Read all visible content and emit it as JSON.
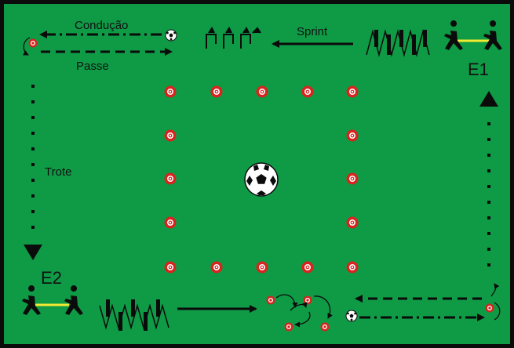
{
  "colors": {
    "field": "#0f9a46",
    "border": "#0b0b0b",
    "cone_fill": "#d8241f",
    "cone_ring": "#ffffff",
    "line": "#0b0b0b",
    "player_bar": "#f3e832"
  },
  "labels": {
    "dribble": "Condução",
    "pass": "Passe",
    "sprint": "Sprint",
    "jog": "Trote",
    "station_1": "E1",
    "station_2": "E2"
  },
  "icons": {
    "ball": "soccer-ball-icon",
    "cone": "cone-marker-icon",
    "hurdle": "mini-hurdle-icon",
    "agility_poles": "slalom-poles-icon",
    "player": "player-silhouette-icon"
  }
}
